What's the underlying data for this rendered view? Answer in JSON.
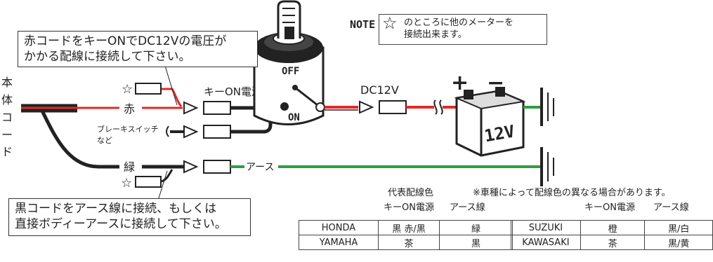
{
  "body_label": "本体コード",
  "callout_top": {
    "line1": "赤コードをキーONでDC12Vの電圧が",
    "line2": "かかる配線に接続して下さい。"
  },
  "callout_bottom": {
    "line1": "黒コードをアース線に接続、もしくは",
    "line2": "直接ボディーアースに接続して下さい。"
  },
  "note": {
    "label": "NOTE",
    "star": "☆",
    "line1": "のところに他のメーターを",
    "line2": "接続出来ます。"
  },
  "wires": {
    "red_label": "赤",
    "green_label": "緑",
    "key_on_label": "キーON電源",
    "brake_label_1": "ブレーキスイッチ",
    "brake_label_2": "など",
    "ground_label": "アース",
    "dc_label": "DC12V",
    "star": "☆"
  },
  "switch": {
    "off": "OFF",
    "on": "ON"
  },
  "battery": {
    "plus": "+",
    "minus": "−",
    "voltage": "12V"
  },
  "colors": {
    "red": "#e02a2a",
    "green": "#2e9e3e",
    "black": "#222222"
  },
  "table": {
    "title": "代表配線色",
    "remark": "※車種によって配線色の異なる場合があります。",
    "col_key": "キーON電源",
    "col_ground": "アース線",
    "left_rows": [
      {
        "maker": "HONDA",
        "key": "黒 赤/黒",
        "ground": "緑"
      },
      {
        "maker": "YAMAHA",
        "key": "茶",
        "ground": "黒"
      }
    ],
    "right_rows": [
      {
        "maker": "SUZUKI",
        "key": "橙",
        "ground": "黒/白"
      },
      {
        "maker": "KAWASAKI",
        "key": "茶",
        "ground": "黒/黄"
      }
    ]
  }
}
